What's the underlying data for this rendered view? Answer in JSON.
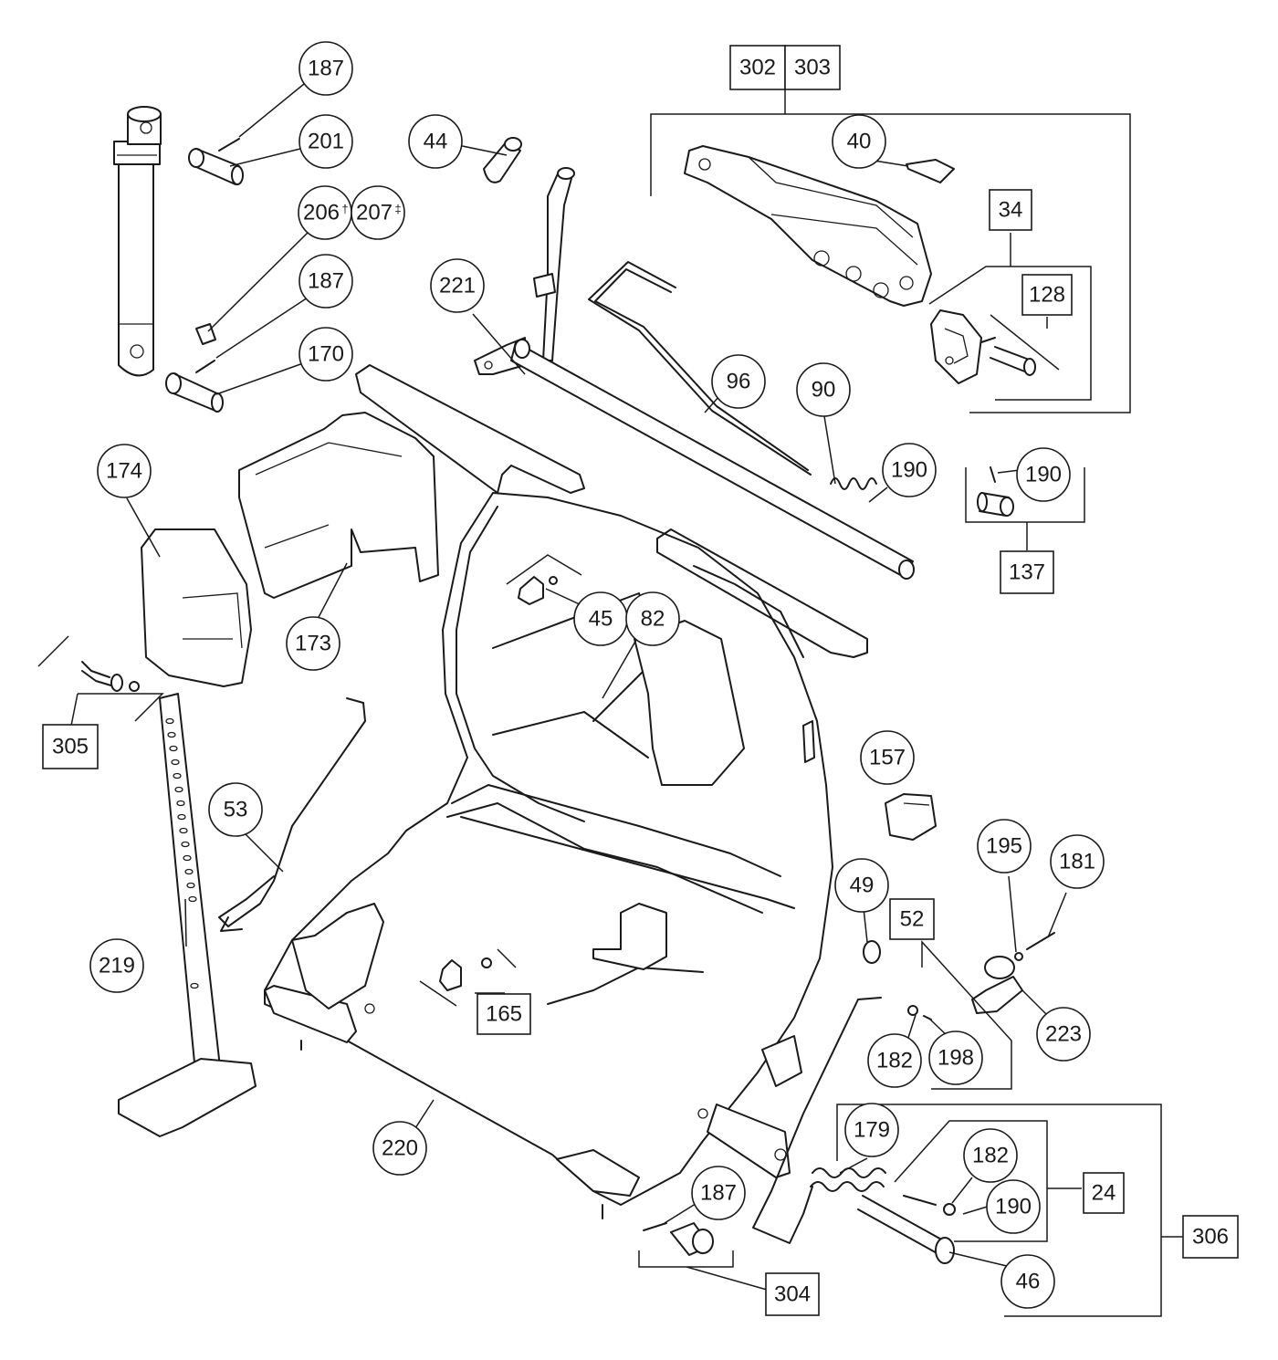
{
  "callouts": [
    {
      "id": "c187a",
      "label": "187",
      "shape": "circle"
    },
    {
      "id": "c201",
      "label": "201",
      "shape": "circle"
    },
    {
      "id": "c206",
      "label": "206",
      "mark": "†",
      "shape": "circle"
    },
    {
      "id": "c207",
      "label": "207",
      "mark": "‡",
      "shape": "circle"
    },
    {
      "id": "c187b",
      "label": "187",
      "shape": "circle"
    },
    {
      "id": "c170",
      "label": "170",
      "shape": "circle"
    },
    {
      "id": "c44",
      "label": "44",
      "shape": "circle"
    },
    {
      "id": "c302",
      "label": "302",
      "shape": "box"
    },
    {
      "id": "c303",
      "label": "303",
      "shape": "box"
    },
    {
      "id": "c40",
      "label": "40",
      "shape": "circle"
    },
    {
      "id": "c34",
      "label": "34",
      "shape": "box"
    },
    {
      "id": "c128",
      "label": "128",
      "shape": "box"
    },
    {
      "id": "c221",
      "label": "221",
      "shape": "circle"
    },
    {
      "id": "c96",
      "label": "96",
      "shape": "circle"
    },
    {
      "id": "c90",
      "label": "90",
      "shape": "circle"
    },
    {
      "id": "c190a",
      "label": "190",
      "shape": "circle"
    },
    {
      "id": "c190b",
      "label": "190",
      "shape": "circle"
    },
    {
      "id": "c137",
      "label": "137",
      "shape": "box"
    },
    {
      "id": "c174",
      "label": "174",
      "shape": "circle"
    },
    {
      "id": "c173",
      "label": "173",
      "shape": "circle"
    },
    {
      "id": "c45",
      "label": "45",
      "shape": "circle"
    },
    {
      "id": "c82",
      "label": "82",
      "shape": "circle"
    },
    {
      "id": "c305",
      "label": "305",
      "shape": "box"
    },
    {
      "id": "c157",
      "label": "157",
      "shape": "circle"
    },
    {
      "id": "c53",
      "label": "53",
      "shape": "circle"
    },
    {
      "id": "c195",
      "label": "195",
      "shape": "circle"
    },
    {
      "id": "c181",
      "label": "181",
      "shape": "circle"
    },
    {
      "id": "c49",
      "label": "49",
      "shape": "circle"
    },
    {
      "id": "c52",
      "label": "52",
      "shape": "box"
    },
    {
      "id": "c219",
      "label": "219",
      "shape": "circle"
    },
    {
      "id": "c165",
      "label": "165",
      "shape": "box"
    },
    {
      "id": "c223",
      "label": "223",
      "shape": "circle"
    },
    {
      "id": "c182a",
      "label": "182",
      "shape": "circle"
    },
    {
      "id": "c198",
      "label": "198",
      "shape": "circle"
    },
    {
      "id": "c179",
      "label": "179",
      "shape": "circle"
    },
    {
      "id": "c182b",
      "label": "182",
      "shape": "circle"
    },
    {
      "id": "c24",
      "label": "24",
      "shape": "box"
    },
    {
      "id": "c220",
      "label": "220",
      "shape": "circle"
    },
    {
      "id": "c190c",
      "label": "190",
      "shape": "circle"
    },
    {
      "id": "c306",
      "label": "306",
      "shape": "box"
    },
    {
      "id": "c187c",
      "label": "187",
      "shape": "circle"
    },
    {
      "id": "c46",
      "label": "46",
      "shape": "circle"
    },
    {
      "id": "c304",
      "label": "304",
      "shape": "box"
    }
  ]
}
